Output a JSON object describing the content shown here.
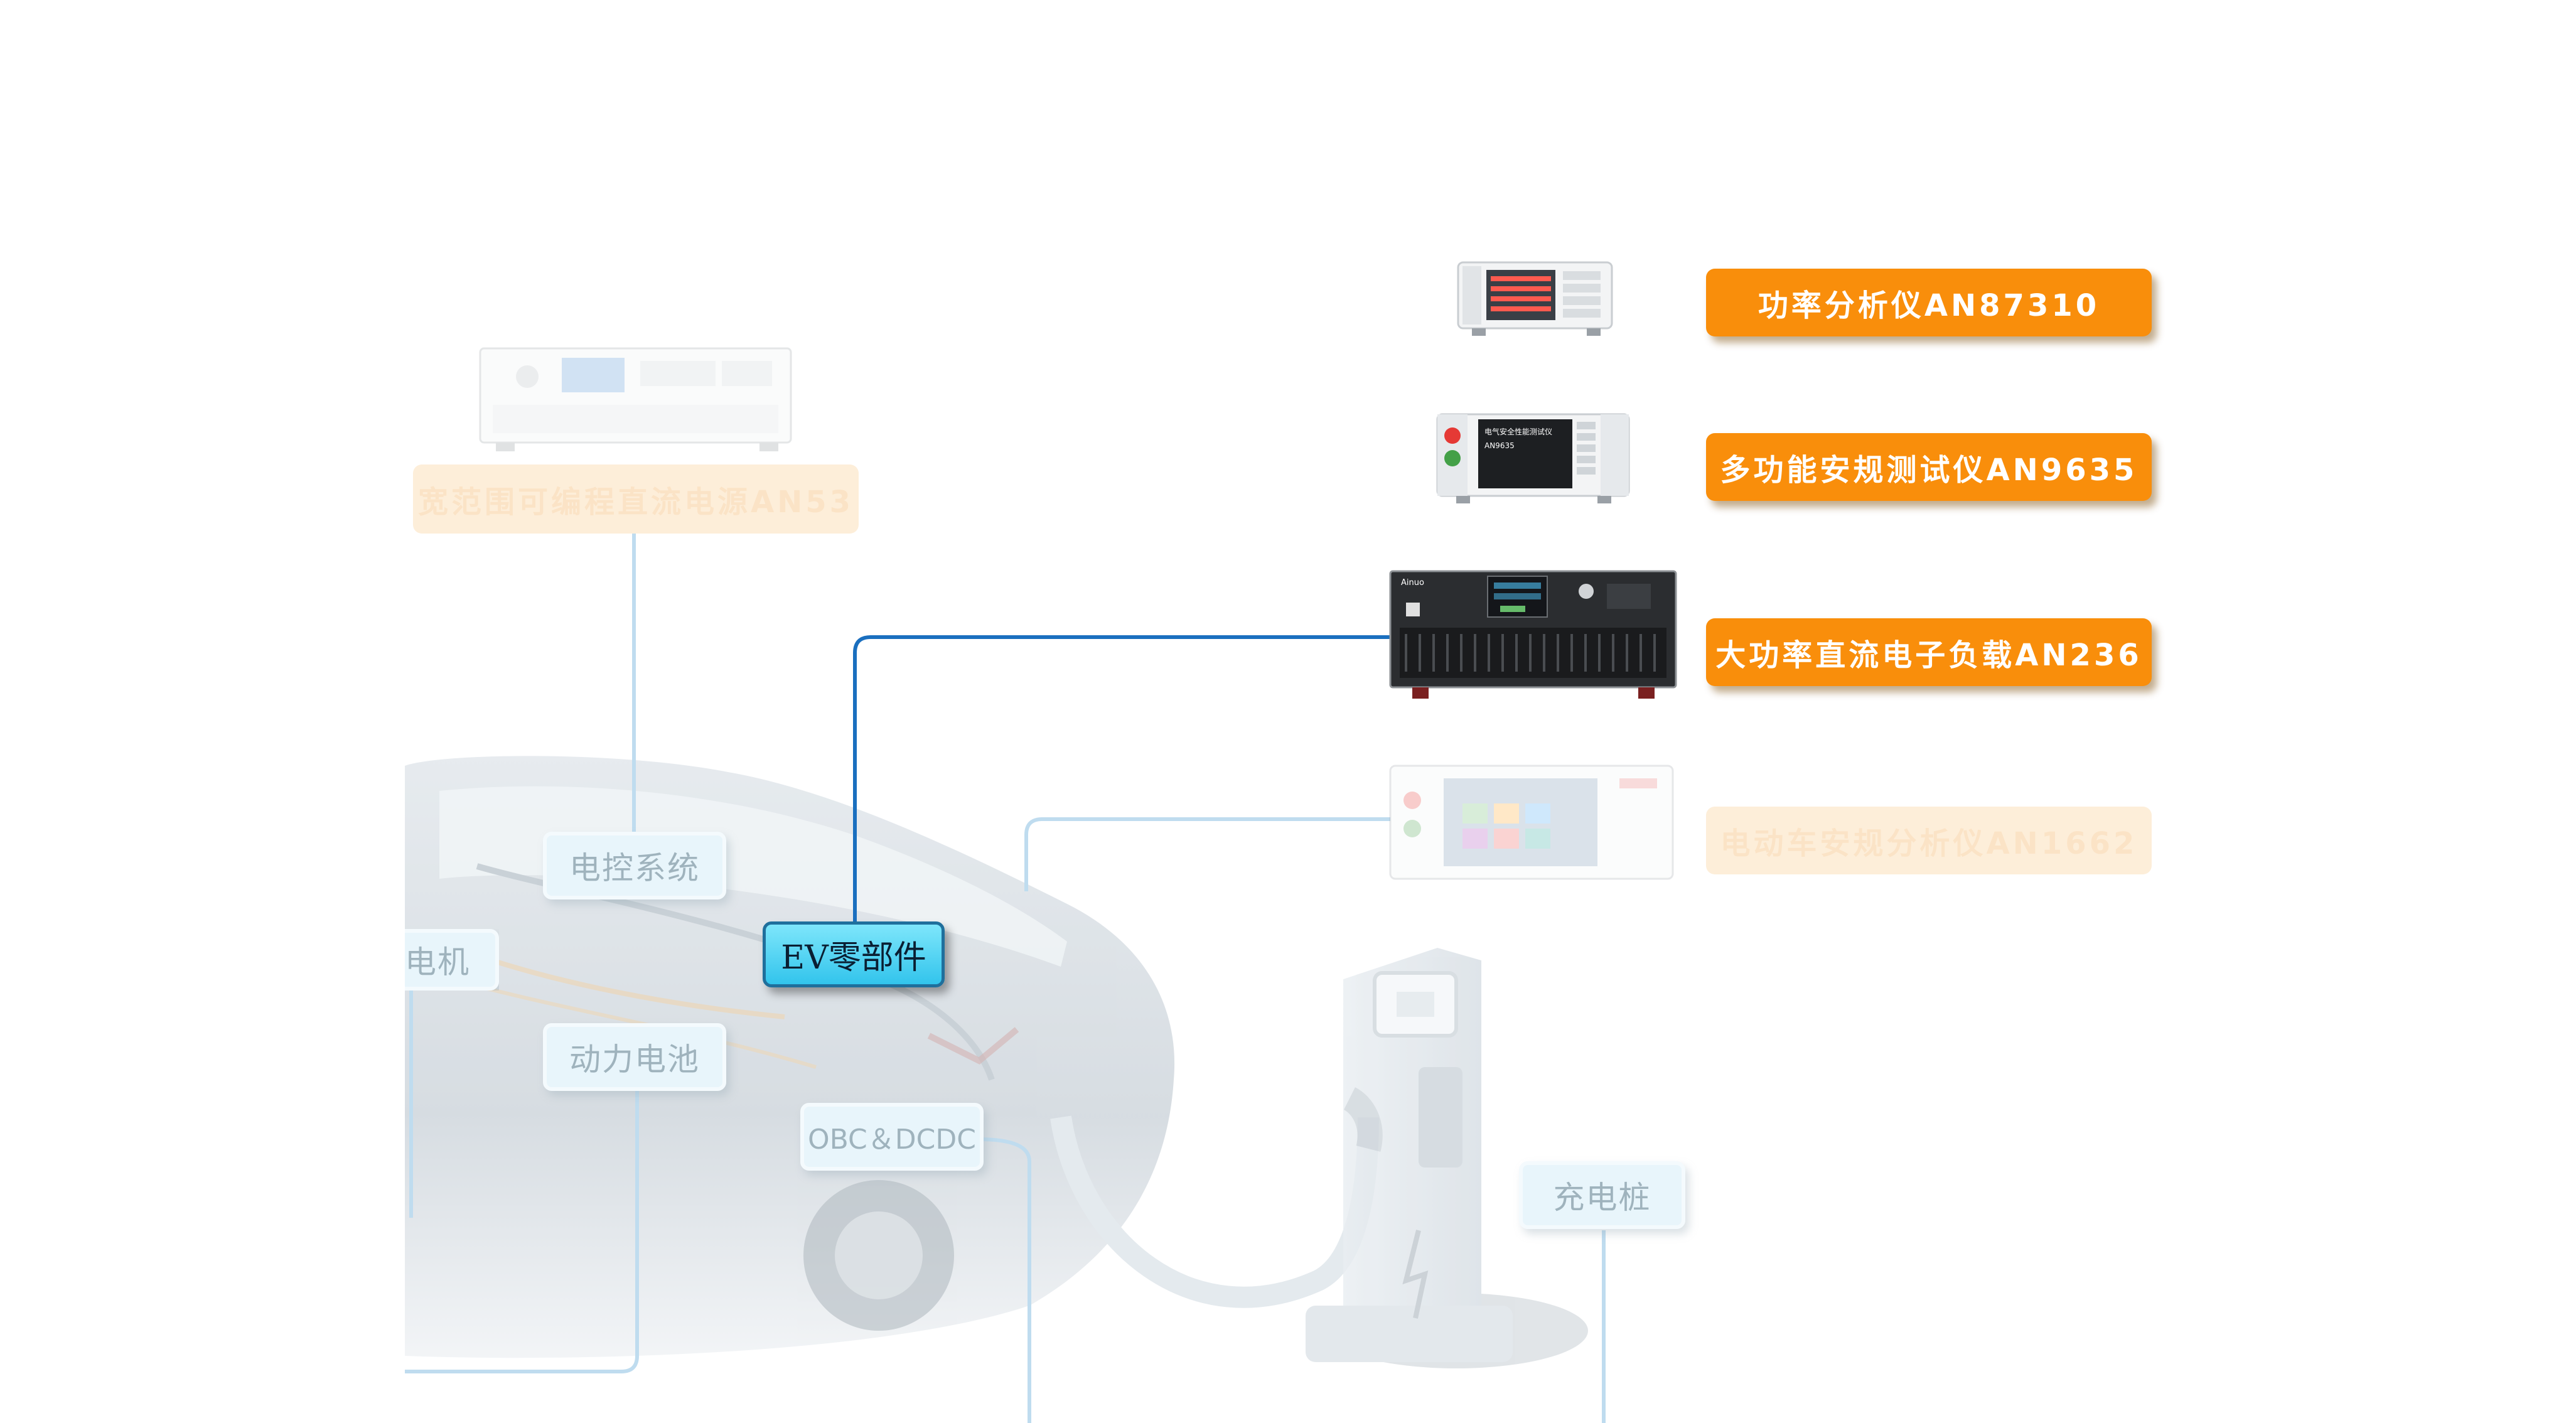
{
  "diagram": {
    "center_node": "EV零部件",
    "component_nodes": {
      "motor": "电机",
      "ecu": "电控系统",
      "battery": "动力电池",
      "obc": "OBC＆DCDC",
      "charger": "充电桩"
    },
    "products": [
      {
        "label": "功率分析仪AN87310",
        "state": "active"
      },
      {
        "label": "多功能安规测试仪AN9635",
        "state": "active"
      },
      {
        "label": "大功率直流电子负载AN236",
        "state": "active"
      },
      {
        "label": "电动车安规分析仪AN1662",
        "state": "faded"
      },
      {
        "label": "宽范围可编程直流电源AN53",
        "state": "faded"
      }
    ],
    "device_screen_text": {
      "brand": "Ainuo",
      "safety_tester_title": "电气安全性能测试仪",
      "safety_tester_model": "AN9635"
    },
    "colors": {
      "orange": "#f98e0b",
      "orange_faded": "#fdeed9",
      "cyan": "#32c4ec",
      "link_blue": "#1a6fbf",
      "faded_line": "#bfdcef"
    }
  }
}
